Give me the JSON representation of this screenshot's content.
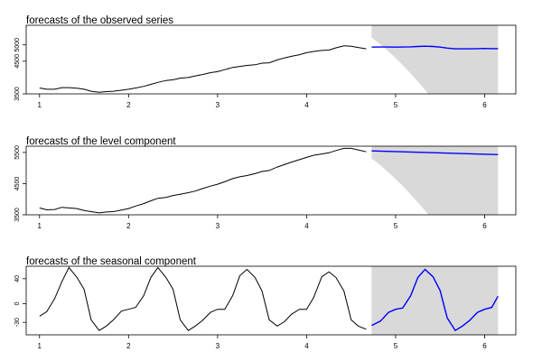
{
  "chart_data": [
    {
      "type": "line",
      "title": "forecasts of the observed series",
      "xlim": [
        0.85,
        6.35
      ],
      "ylim": [
        3500,
        5600
      ],
      "x_ticks": [
        1,
        2,
        3,
        4,
        5,
        6
      ],
      "y_ticks": [
        3500,
        4500,
        5000
      ],
      "grid": false,
      "forecast_band": {
        "x_start": 4.73,
        "x_end": 6.15,
        "color": "#d9d9d9"
      },
      "series": [
        {
          "color": "#000000",
          "x": [
            1.0,
            1.08,
            1.17,
            1.25,
            1.33,
            1.42,
            1.5,
            1.58,
            1.67,
            1.75,
            1.83,
            1.92,
            2.0,
            2.08,
            2.17,
            2.25,
            2.33,
            2.42,
            2.5,
            2.58,
            2.67,
            2.75,
            2.83,
            2.92,
            3.0,
            3.08,
            3.17,
            3.25,
            3.33,
            3.42,
            3.5,
            3.58,
            3.67,
            3.75,
            3.83,
            3.92,
            4.0,
            4.08,
            4.17,
            4.25,
            4.33,
            4.42,
            4.5,
            4.58,
            4.67
          ],
          "y": [
            3680,
            3640,
            3640,
            3690,
            3690,
            3670,
            3640,
            3580,
            3550,
            3570,
            3580,
            3610,
            3640,
            3680,
            3730,
            3790,
            3850,
            3910,
            3930,
            3980,
            4000,
            4050,
            4090,
            4150,
            4180,
            4240,
            4310,
            4340,
            4370,
            4390,
            4440,
            4450,
            4540,
            4600,
            4650,
            4700,
            4760,
            4800,
            4830,
            4840,
            4910,
            4970,
            4960,
            4920,
            4880
          ]
        },
        {
          "color": "#0000ff",
          "x": [
            4.73,
            4.83,
            4.92,
            5.0,
            5.08,
            5.17,
            5.25,
            5.33,
            5.42,
            5.5,
            5.58,
            5.67,
            5.75,
            5.83,
            5.92,
            6.0,
            6.08,
            6.15
          ],
          "y": [
            4930,
            4935,
            4935,
            4930,
            4935,
            4940,
            4950,
            4960,
            4950,
            4930,
            4900,
            4880,
            4880,
            4880,
            4885,
            4890,
            4885,
            4885
          ]
        }
      ]
    },
    {
      "type": "line",
      "title": "forecasts of the level component",
      "xlim": [
        0.85,
        6.35
      ],
      "ylim": [
        3500,
        5700
      ],
      "x_ticks": [
        1,
        2,
        3,
        4,
        5,
        6
      ],
      "y_ticks": [
        3500,
        4500,
        5500
      ],
      "grid": false,
      "forecast_band": {
        "x_start": 4.73,
        "x_end": 6.15,
        "color": "#d9d9d9"
      },
      "series": [
        {
          "color": "#000000",
          "x": [
            1.0,
            1.08,
            1.17,
            1.25,
            1.33,
            1.42,
            1.5,
            1.58,
            1.67,
            1.75,
            1.83,
            1.92,
            2.0,
            2.08,
            2.17,
            2.25,
            2.33,
            2.42,
            2.5,
            2.58,
            2.67,
            2.75,
            2.83,
            2.92,
            3.0,
            3.08,
            3.17,
            3.25,
            3.33,
            3.42,
            3.5,
            3.58,
            3.67,
            3.75,
            3.83,
            3.92,
            4.0,
            4.08,
            4.17,
            4.25,
            4.33,
            4.42,
            4.5,
            4.58,
            4.67
          ],
          "y": [
            3720,
            3660,
            3670,
            3740,
            3720,
            3700,
            3640,
            3600,
            3560,
            3590,
            3600,
            3650,
            3700,
            3780,
            3860,
            3950,
            4030,
            4060,
            4120,
            4160,
            4210,
            4260,
            4340,
            4420,
            4480,
            4560,
            4660,
            4720,
            4760,
            4820,
            4890,
            4920,
            5030,
            5110,
            5190,
            5270,
            5340,
            5410,
            5450,
            5490,
            5560,
            5630,
            5630,
            5580,
            5520
          ]
        },
        {
          "color": "#0000ff",
          "x": [
            4.73,
            6.15
          ],
          "y": [
            5550,
            5430
          ]
        }
      ]
    },
    {
      "type": "line",
      "title": "forecasts of the seasonal component",
      "xlim": [
        0.85,
        6.35
      ],
      "ylim": [
        -50,
        60
      ],
      "x_ticks": [
        1,
        2,
        3,
        4,
        5,
        6
      ],
      "y_ticks": [
        -30,
        0,
        40
      ],
      "grid": false,
      "forecast_band": {
        "x_start": 4.73,
        "x_end": 6.15,
        "color": "#d9d9d9"
      },
      "series": [
        {
          "color": "#000000",
          "x": [
            1.0,
            1.08,
            1.17,
            1.25,
            1.33,
            1.42,
            1.5,
            1.58,
            1.67,
            1.75,
            1.83,
            1.92,
            2.0,
            2.08,
            2.17,
            2.25,
            2.33,
            2.42,
            2.5,
            2.58,
            2.67,
            2.75,
            2.83,
            2.92,
            3.0,
            3.08,
            3.17,
            3.25,
            3.33,
            3.42,
            3.5,
            3.58,
            3.67,
            3.75,
            3.83,
            3.92,
            4.0,
            4.08,
            4.17,
            4.25,
            4.33,
            4.42,
            4.5,
            4.58,
            4.67
          ],
          "y": [
            -20,
            -13,
            8,
            35,
            58,
            42,
            23,
            -26,
            -43,
            -36,
            -26,
            -12,
            -9,
            -6,
            13,
            42,
            58,
            42,
            23,
            -26,
            -43,
            -36,
            -27,
            -14,
            -9,
            -9,
            13,
            45,
            55,
            42,
            20,
            -26,
            -36,
            -29,
            -17,
            -9,
            -9,
            10,
            43,
            51,
            42,
            20,
            -26,
            -36,
            -41
          ]
        },
        {
          "color": "#0000ff",
          "x": [
            4.73,
            4.83,
            4.92,
            5.0,
            5.08,
            5.17,
            5.25,
            5.33,
            5.42,
            5.5,
            5.58,
            5.67,
            5.75,
            5.83,
            5.92,
            6.0,
            6.08,
            6.15
          ],
          "y": [
            -35,
            -28,
            -14,
            -9,
            -7,
            13,
            42,
            55,
            43,
            21,
            -23,
            -43,
            -36,
            -27,
            -14,
            -9,
            -6,
            12
          ]
        }
      ]
    }
  ]
}
